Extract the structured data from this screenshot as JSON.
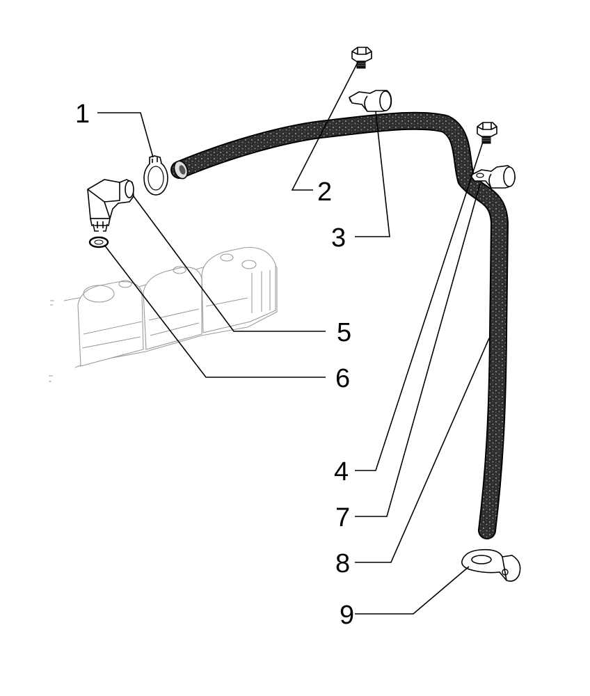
{
  "diagram": {
    "style": "exploded parts view, black line art on white",
    "parts": [
      {
        "label": "1",
        "part": "hose clamp"
      },
      {
        "label": "2",
        "part": "bolt"
      },
      {
        "label": "3",
        "part": "pipe clip"
      },
      {
        "label": "4",
        "part": "bolt"
      },
      {
        "label": "5",
        "part": "elbow fitting"
      },
      {
        "label": "6",
        "part": "sealing washer"
      },
      {
        "label": "7",
        "part": "pipe clip"
      },
      {
        "label": "8",
        "part": "breather hose"
      },
      {
        "label": "9",
        "part": "support bracket"
      }
    ],
    "colors": {
      "line": "#000000",
      "hose": "#2a2a2a",
      "background_part": "#9a9a9a",
      "background": "#ffffff"
    }
  }
}
